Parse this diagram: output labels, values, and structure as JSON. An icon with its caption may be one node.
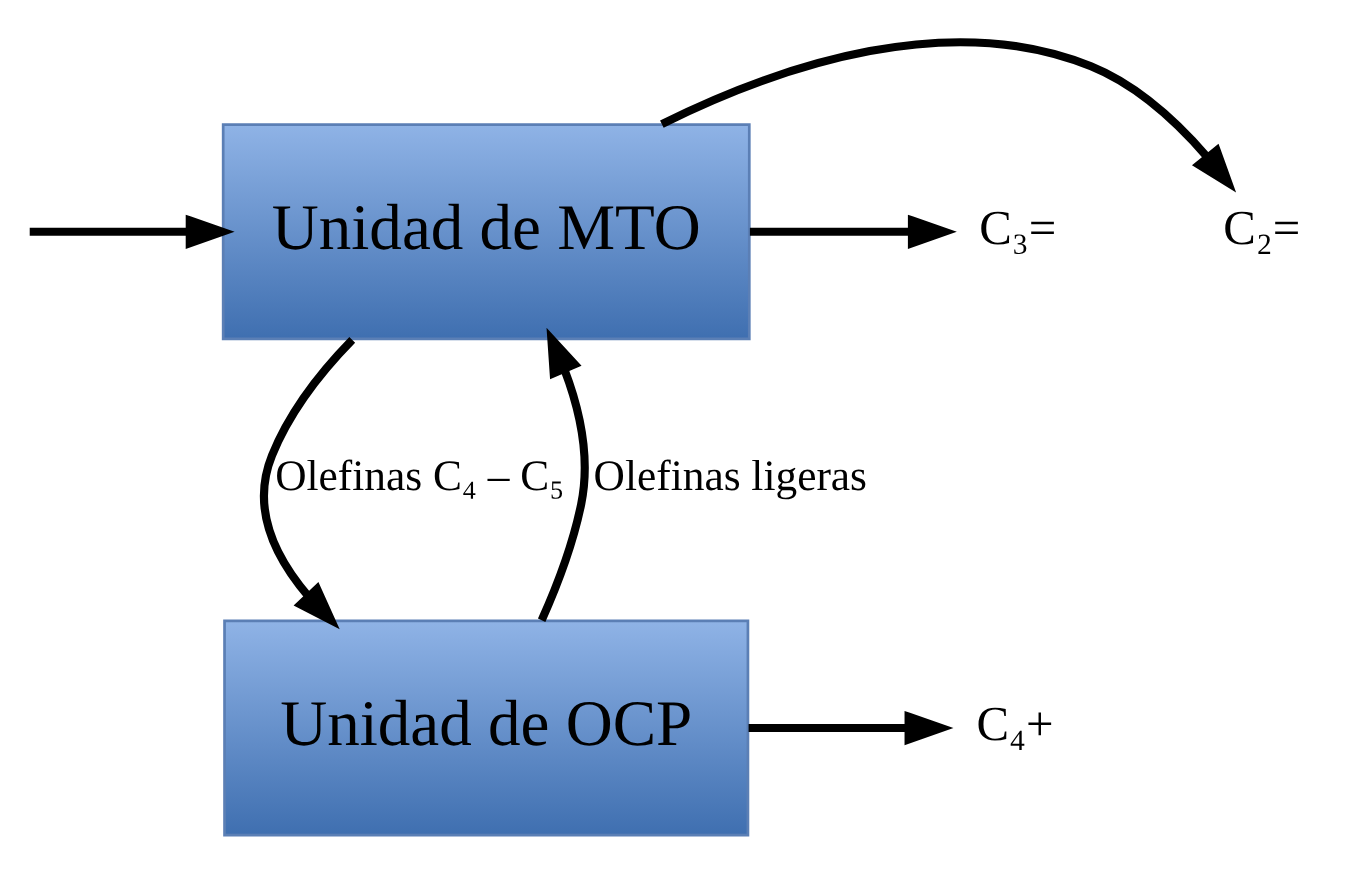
{
  "diagram": {
    "nodes": [
      {
        "text": [
          "Unidad de MTO"
        ]
      },
      {
        "text": [
          "Unidad de OCP"
        ]
      },
      {
        "text": [
          "C₂="
        ]
      },
      {
        "text": [
          "C₃="
        ]
      },
      {
        "text": [
          "C₄+"
        ]
      }
    ],
    "edges": [
      {
        "from": null,
        "to": 0,
        "arrow": "to"
      },
      {
        "from": 0,
        "to": 2,
        "arrow": "to"
      },
      {
        "from": 0,
        "to": 3,
        "arrow": "to"
      },
      {
        "from": 0,
        "to": 1,
        "arrow": "to",
        "label": "Olefinas C₄ – C₅"
      },
      {
        "from": 1,
        "to": 0,
        "arrow": "to",
        "label": "Olefinas ligeras"
      },
      {
        "from": 1,
        "to": 4,
        "arrow": "to"
      }
    ]
  }
}
